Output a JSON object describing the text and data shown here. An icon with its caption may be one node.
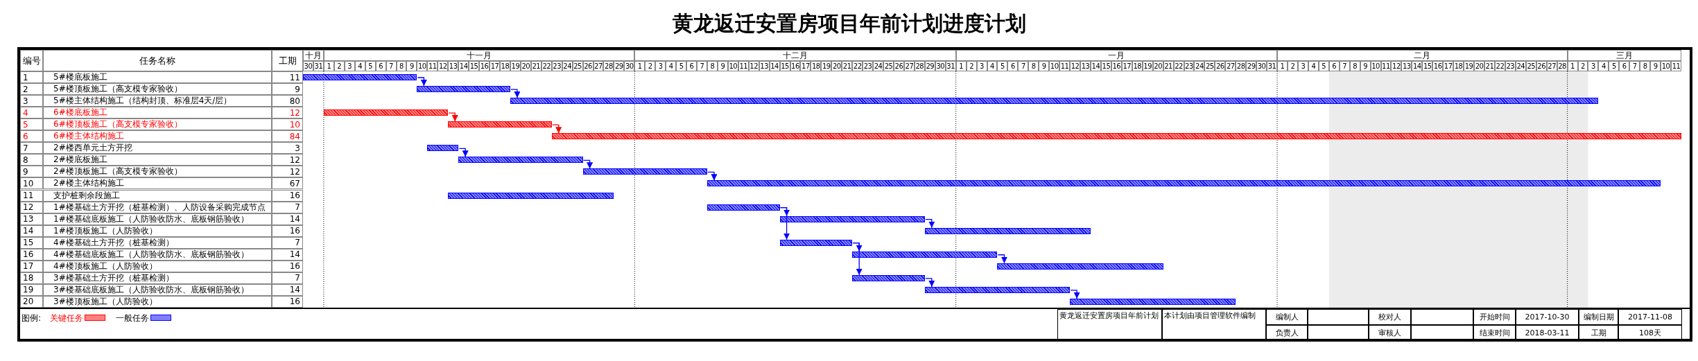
{
  "diagram": {
    "title": "黄龙返迁安置房项目年前计划进度计划",
    "nodes": [
      {
        "text": [],
        "shape": "bar"
      },
      {
        "text": [],
        "shape": "bar"
      },
      {
        "text": [],
        "shape": "bar"
      },
      {
        "text": [],
        "shape": "bar"
      },
      {
        "text": [],
        "shape": "bar"
      },
      {
        "text": [],
        "shape": "bar"
      },
      {
        "text": [],
        "shape": "bar"
      },
      {
        "text": [],
        "shape": "bar"
      },
      {
        "text": [],
        "shape": "bar"
      },
      {
        "text": [],
        "shape": "bar"
      },
      {
        "text": [],
        "shape": "bar"
      },
      {
        "text": [],
        "shape": "bar"
      },
      {
        "text": [],
        "shape": "bar"
      },
      {
        "text": [],
        "shape": "bar"
      },
      {
        "text": [],
        "shape": "bar"
      },
      {
        "text": [],
        "shape": "bar"
      },
      {
        "text": [],
        "shape": "bar"
      },
      {
        "text": [],
        "shape": "bar"
      },
      {
        "text": [],
        "shape": "bar"
      },
      {
        "text": [],
        "shape": "bar"
      }
    ],
    "edges": [
      {
        "from": 0,
        "to": 1,
        "arrow": "to"
      },
      {
        "from": 1,
        "to": 2,
        "arrow": "to"
      },
      {
        "from": 3,
        "to": 4,
        "arrow": "to",
        "color": "#ff0000"
      },
      {
        "from": 4,
        "to": 5,
        "arrow": "to",
        "color": "#ff0000"
      },
      {
        "from": 6,
        "to": 7,
        "arrow": "to"
      },
      {
        "from": 7,
        "to": 8,
        "arrow": "to"
      },
      {
        "from": 8,
        "to": 9,
        "arrow": "to"
      },
      {
        "from": 11,
        "to": 12,
        "arrow": "to"
      },
      {
        "from": 11,
        "to": 14,
        "arrow": "to"
      },
      {
        "from": 12,
        "to": 13,
        "arrow": "to"
      },
      {
        "from": 14,
        "to": 15,
        "arrow": "to"
      },
      {
        "from": 14,
        "to": 17,
        "arrow": "to"
      },
      {
        "from": 15,
        "to": 16,
        "arrow": "to"
      },
      {
        "from": 17,
        "to": 18,
        "arrow": "to"
      },
      {
        "from": 18,
        "to": 19,
        "arrow": "to"
      }
    ],
    "labels": [
      "编号",
      "任务名称",
      "工期",
      "十月",
      "十一月",
      "十二月",
      "一月",
      "二月",
      "三月",
      "30",
      "31",
      "1",
      "2",
      "3",
      "4",
      "5",
      "6",
      "7",
      "8",
      "9",
      "10",
      "11",
      "12",
      "13",
      "14",
      "15",
      "16",
      "17",
      "18",
      "19",
      "20",
      "21",
      "22",
      "23",
      "24",
      "25",
      "26",
      "27",
      "28",
      "29",
      "30",
      "1",
      "2",
      "3",
      "4",
      "5",
      "6",
      "7",
      "8",
      "9",
      "10",
      "11",
      "12",
      "13",
      "14",
      "15",
      "16",
      "17",
      "18",
      "19",
      "20",
      "21",
      "22",
      "23",
      "24",
      "25",
      "26",
      "27",
      "28",
      "29",
      "30",
      "31",
      "1",
      "2",
      "3",
      "4",
      "5",
      "6",
      "7",
      "8",
      "9",
      "10",
      "11",
      "12",
      "13",
      "14",
      "15",
      "16",
      "17",
      "18",
      "19",
      "20",
      "21",
      "22",
      "23",
      "24",
      "25",
      "26",
      "27",
      "28",
      "29",
      "30",
      "31",
      "1",
      "2",
      "3",
      "4",
      "5",
      "6",
      "7",
      "8",
      "9",
      "10",
      "11",
      "12",
      "13",
      "14",
      "15",
      "16",
      "17",
      "18",
      "19",
      "20",
      "21",
      "22",
      "23",
      "24",
      "25",
      "26",
      "27",
      "28",
      "1",
      "2",
      "3",
      "4",
      "5",
      "6",
      "7",
      "8",
      "9",
      "10",
      "11",
      "1",
      "5#楼底板施工",
      "11",
      "2",
      "5#楼顶板施工（高支模专家验收）",
      "9",
      "3",
      "5#楼主体结构施工（结构封顶、标准层4天/层）",
      "80",
      "4",
      "6#楼底板施工",
      "12",
      "5",
      "6#楼顶板施工（高支模专家验收）",
      "10",
      "6",
      "6#楼主体结构施工",
      "84",
      "7",
      "2#楼西单元土方开挖",
      "3",
      "8",
      "2#楼底板施工",
      "12",
      "9",
      "2#楼顶板施工（高支模专家验收）",
      "12",
      "10",
      "2#楼主体结构施工",
      "67",
      "11",
      "支护桩剩余段施工",
      "16",
      "12",
      "1#楼基础土方开挖（桩基检测）、人防设备采购完成节点",
      "7",
      "13",
      "1#楼基础底板施工（人防验收防水、底板钢筋验收）",
      "14",
      "14",
      "1#楼顶板施工（人防验收）",
      "16",
      "15",
      "4#楼基础土方开挖（桩基检测）",
      "7",
      "16",
      "4#楼基础底板施工（人防验收防水、底板钢筋验收）",
      "14",
      "17",
      "4#楼顶板施工（人防验收）",
      "16",
      "18",
      "3#楼基础土方开挖（桩基检测）",
      "7",
      "19",
      "3#楼基础底板施工（人防验收防水、底板钢筋验收）",
      "14",
      "20",
      "3#楼顶板施工（人防验收）",
      "16",
      "图例:",
      "黄龙返迁安置房项目年前计划",
      "本计划由项目管理软件编制",
      "编制人",
      "校对人",
      "开始时间",
      "2017-10-30",
      "编制日期",
      "2017-11-08",
      "负责人",
      "审核人",
      "结束时间",
      "2018-03-11",
      "工期",
      "108天"
    ],
    "legend": [
      {
        "text": "关键任务",
        "color": "#ff8080"
      },
      {
        "text": "一般任务",
        "color": "#8080ff"
      }
    ]
  }
}
